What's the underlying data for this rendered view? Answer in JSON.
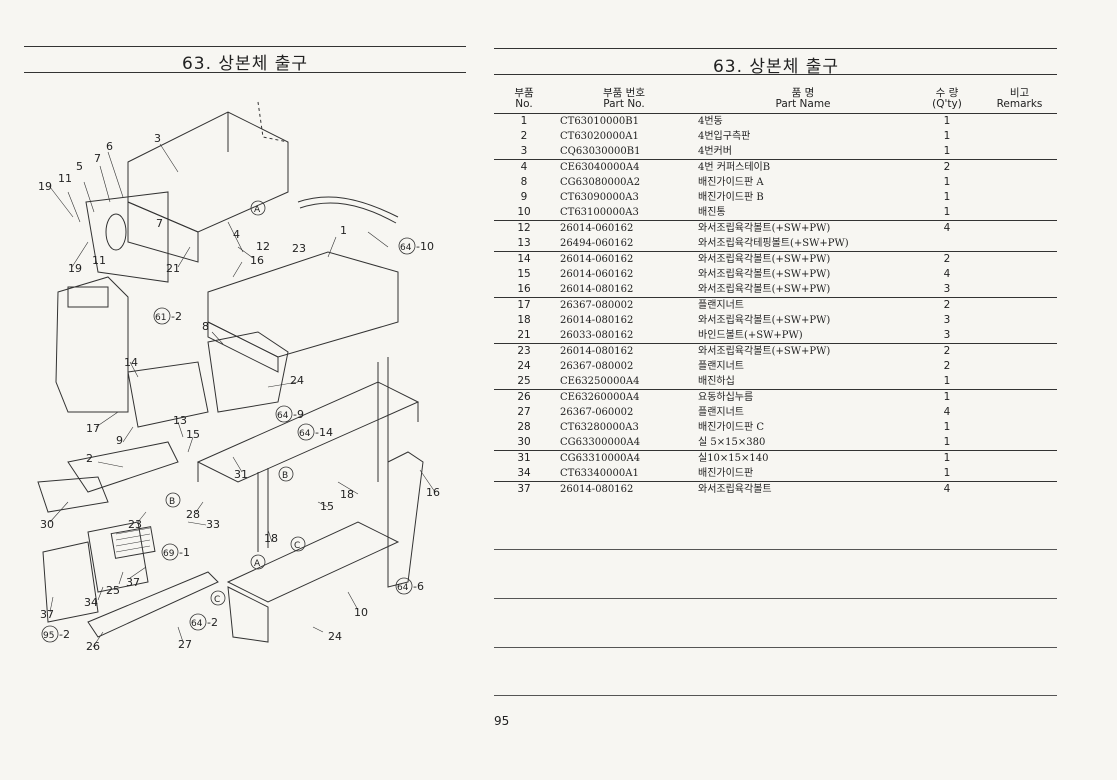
{
  "left_page": {
    "title": "63. 상본체 출구",
    "callouts": [
      "3",
      "6",
      "7",
      "5",
      "11",
      "19",
      "7",
      "4",
      "12",
      "23",
      "1",
      "11",
      "19",
      "21",
      "16",
      "8",
      "14",
      "17",
      "9",
      "2",
      "13",
      "15",
      "24",
      "31",
      "30",
      "23",
      "28",
      "33",
      "18",
      "15",
      "16",
      "10",
      "25",
      "37",
      "34",
      "37",
      "26",
      "27",
      "24",
      "2",
      "18"
    ],
    "ref_circles": [
      "64",
      "61",
      "64",
      "64",
      "69",
      "64",
      "64",
      "95"
    ],
    "ref_suffixes": [
      "-10",
      "-2",
      "-9",
      "-14",
      "-1",
      "-2",
      "-6",
      "-2"
    ],
    "letter_circles": [
      "A",
      "B",
      "B",
      "C",
      "A",
      "C"
    ]
  },
  "right_page": {
    "title": "63. 상본체 출구",
    "headers": {
      "no_ko": "부품",
      "no_en": "No.",
      "pn_ko": "부품 번호",
      "pn_en": "Part No.",
      "name_ko": "품 명",
      "name_en": "Part Name",
      "qty_ko": "수 량",
      "qty_en": "(Q'ty)",
      "rmk_ko": "비고",
      "rmk_en": "Remarks"
    },
    "rows": [
      {
        "no": "1",
        "pn": "CT63010000B1",
        "name": "4번동",
        "qty": "1"
      },
      {
        "no": "2",
        "pn": "CT63020000A1",
        "name": "4번입구측판",
        "qty": "1"
      },
      {
        "no": "3",
        "pn": "CQ63030000B1",
        "name": "4번커버",
        "qty": "1"
      },
      {
        "no": "4",
        "pn": "CE63040000A4",
        "name": "4번 커퍼스테이B",
        "qty": "2"
      },
      {
        "no": "8",
        "pn": "CG63080000A2",
        "name": "배진가이드판 A",
        "qty": "1"
      },
      {
        "no": "9",
        "pn": "CT63090000A3",
        "name": "배진가이드판 B",
        "qty": "1"
      },
      {
        "no": "10",
        "pn": "CT63100000A3",
        "name": "배진통",
        "qty": "1"
      },
      {
        "no": "12",
        "pn": "26014-060162",
        "name": "와서조립육각볼트(+SW+PW)",
        "qty": "4"
      },
      {
        "no": "13",
        "pn": "26494-060162",
        "name": "와서조립육각테핑볼트(+SW+PW)",
        "qty": ""
      },
      {
        "no": "14",
        "pn": "26014-060162",
        "name": "와서조립육각볼트(+SW+PW)",
        "qty": "2"
      },
      {
        "no": "15",
        "pn": "26014-060162",
        "name": "와서조립육각볼트(+SW+PW)",
        "qty": "4"
      },
      {
        "no": "16",
        "pn": "26014-080162",
        "name": "와서조립육각볼트(+SW+PW)",
        "qty": "3"
      },
      {
        "no": "17",
        "pn": "26367-080002",
        "name": "플랜지너트",
        "qty": "2"
      },
      {
        "no": "18",
        "pn": "26014-080162",
        "name": "와서조립육각볼트(+SW+PW)",
        "qty": "3"
      },
      {
        "no": "21",
        "pn": "26033-080162",
        "name": "바인드볼트(+SW+PW)",
        "qty": "3"
      },
      {
        "no": "23",
        "pn": "26014-080162",
        "name": "와서조립육각볼트(+SW+PW)",
        "qty": "2"
      },
      {
        "no": "24",
        "pn": "26367-080002",
        "name": "플랜지너트",
        "qty": "2"
      },
      {
        "no": "25",
        "pn": "CE63250000A4",
        "name": "배진하십",
        "qty": "1"
      },
      {
        "no": "26",
        "pn": "CE63260000A4",
        "name": "요동하십누름",
        "qty": "1"
      },
      {
        "no": "27",
        "pn": "26367-060002",
        "name": "플랜지너트",
        "qty": "4"
      },
      {
        "no": "28",
        "pn": "CT63280000A3",
        "name": "배진가이드판 C",
        "qty": "1"
      },
      {
        "no": "30",
        "pn": "CG63300000A4",
        "name": "실 5×15×380",
        "qty": "1"
      },
      {
        "no": "31",
        "pn": "CG63310000A4",
        "name": "실10×15×140",
        "qty": "1"
      },
      {
        "no": "34",
        "pn": "CT63340000A1",
        "name": "배진가이드판",
        "qty": "1"
      },
      {
        "no": "37",
        "pn": "26014-080162",
        "name": "와서조립육각볼트",
        "qty": "4"
      }
    ],
    "page_number": "95"
  }
}
